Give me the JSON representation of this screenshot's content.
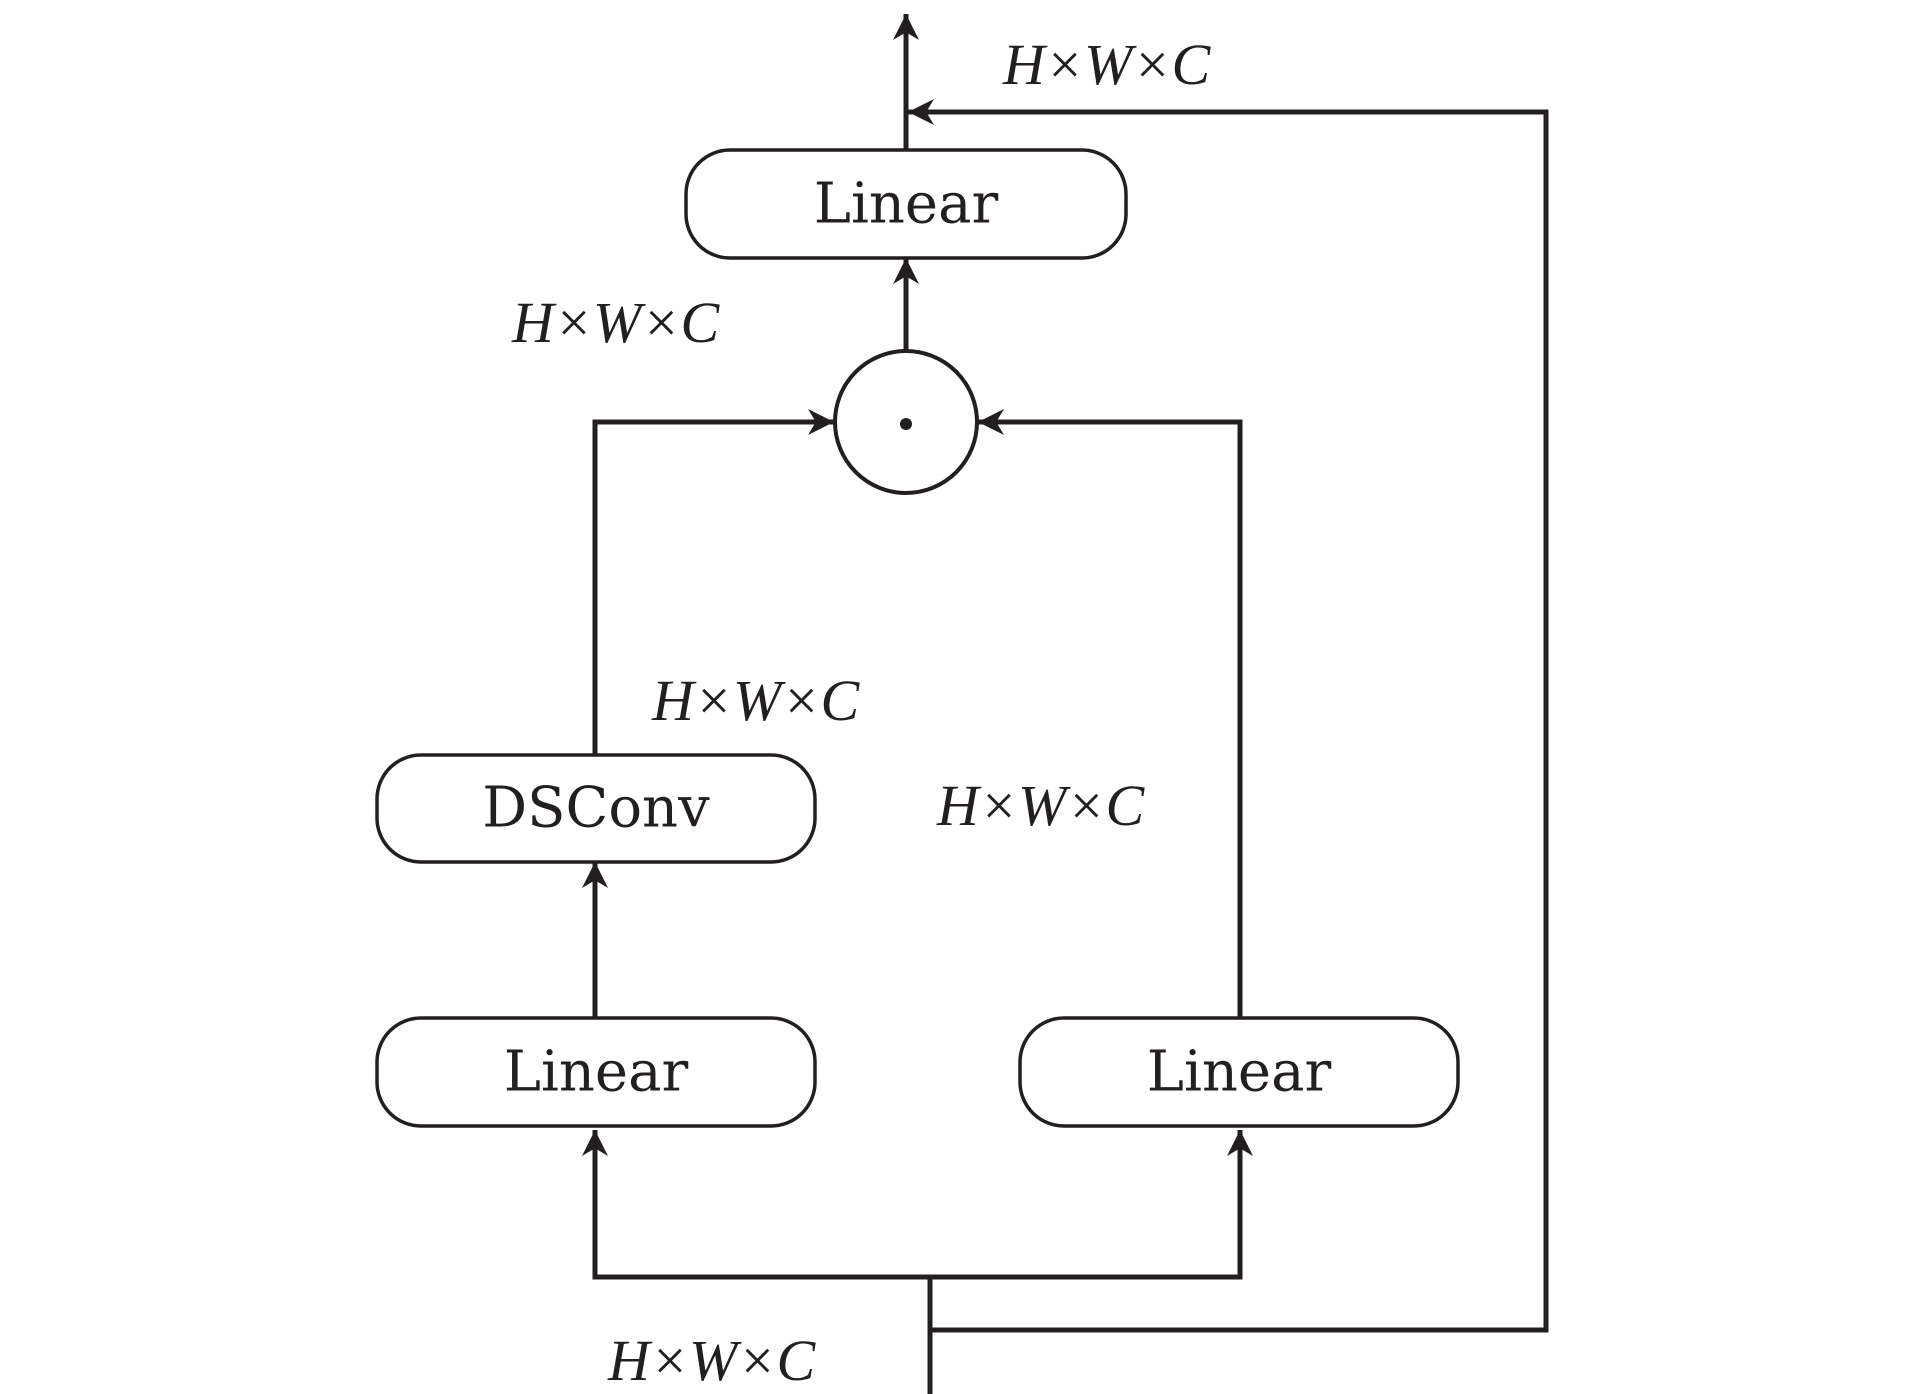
{
  "nodes": {
    "linear_top": {
      "label": "Linear"
    },
    "dsconv": {
      "label": "DSConv"
    },
    "linear_left": {
      "label": "Linear"
    },
    "linear_right": {
      "label": "Linear"
    },
    "multiply_op": {
      "symbol": "⊙"
    }
  },
  "dimension_labels": {
    "output": "H×W×C",
    "before_top_linear": "H×W×C",
    "after_dsconv": "H×W×C",
    "right_branch": "H×W×C",
    "input": "H×W×C"
  },
  "colors": {
    "stroke": "#231f20",
    "background": "#ffffff"
  }
}
